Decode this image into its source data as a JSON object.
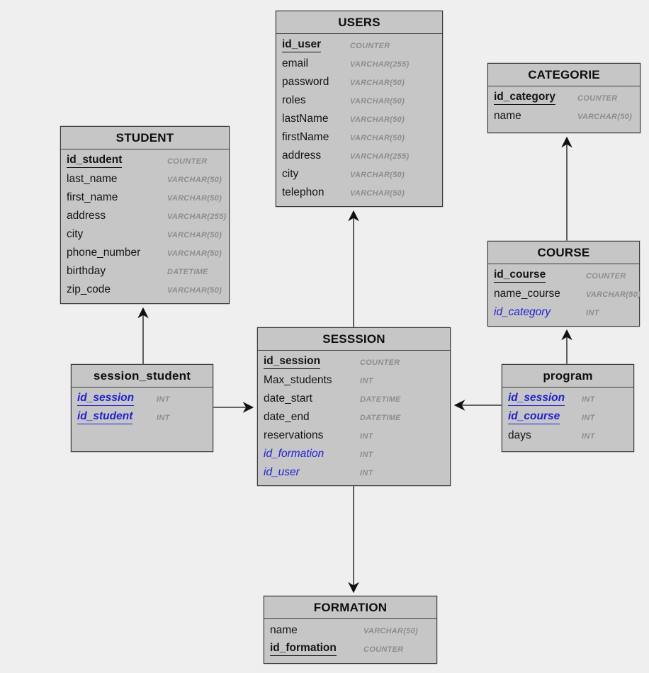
{
  "diagram": {
    "type": "entity-relationship",
    "colors": {
      "background": "#efefef",
      "table_fill": "#c6c6c6",
      "table_border": "#3c3c3c",
      "primary_key_text": "#141414",
      "foreign_key_text": "#2020d6",
      "type_text": "#8d8d8d",
      "line_color": "#111111"
    },
    "tables": {
      "users": {
        "title": "USERS",
        "fields": [
          {
            "name": "id_user",
            "type": "COUNTER",
            "key": "pk"
          },
          {
            "name": "email",
            "type": "VARCHAR(255)",
            "key": ""
          },
          {
            "name": "password",
            "type": "VARCHAR(50)",
            "key": ""
          },
          {
            "name": "roles",
            "type": "VARCHAR(50)",
            "key": ""
          },
          {
            "name": "lastName",
            "type": "VARCHAR(50)",
            "key": ""
          },
          {
            "name": "firstName",
            "type": "VARCHAR(50)",
            "key": ""
          },
          {
            "name": "address",
            "type": "VARCHAR(255)",
            "key": ""
          },
          {
            "name": "city",
            "type": "VARCHAR(50)",
            "key": ""
          },
          {
            "name": "telephon",
            "type": "VARCHAR(50)",
            "key": ""
          }
        ]
      },
      "categorie": {
        "title": "CATEGORIE",
        "fields": [
          {
            "name": "id_category",
            "type": "COUNTER",
            "key": "pk"
          },
          {
            "name": "name",
            "type": "VARCHAR(50)",
            "key": ""
          }
        ]
      },
      "student": {
        "title": "STUDENT",
        "fields": [
          {
            "name": "id_student",
            "type": "COUNTER",
            "key": "pk"
          },
          {
            "name": "last_name",
            "type": "VARCHAR(50)",
            "key": ""
          },
          {
            "name": "first_name",
            "type": "VARCHAR(50)",
            "key": ""
          },
          {
            "name": "address",
            "type": "VARCHAR(255)",
            "key": ""
          },
          {
            "name": "city",
            "type": "VARCHAR(50)",
            "key": ""
          },
          {
            "name": "phone_number",
            "type": "VARCHAR(50)",
            "key": ""
          },
          {
            "name": "birthday",
            "type": "DATETIME",
            "key": ""
          },
          {
            "name": "zip_code",
            "type": "VARCHAR(50)",
            "key": ""
          }
        ]
      },
      "course": {
        "title": "COURSE",
        "fields": [
          {
            "name": "id_course",
            "type": "COUNTER",
            "key": "pk"
          },
          {
            "name": "name_course",
            "type": "VARCHAR(50)",
            "key": ""
          },
          {
            "name": "id_category",
            "type": "INT",
            "key": "fk"
          }
        ]
      },
      "sesssion": {
        "title": "SESSSION",
        "fields": [
          {
            "name": "id_session",
            "type": "COUNTER",
            "key": "pk"
          },
          {
            "name": "Max_students",
            "type": "INT",
            "key": ""
          },
          {
            "name": "date_start",
            "type": "DATETIME",
            "key": ""
          },
          {
            "name": "date_end",
            "type": "DATETIME",
            "key": ""
          },
          {
            "name": "reservations",
            "type": "INT",
            "key": ""
          },
          {
            "name": "id_formation",
            "type": "INT",
            "key": "fk"
          },
          {
            "name": "id_user",
            "type": "INT",
            "key": "fk"
          }
        ]
      },
      "session_student": {
        "title": "session_student",
        "fields": [
          {
            "name": "id_session",
            "type": "INT",
            "key": "pkfk"
          },
          {
            "name": "id_student",
            "type": "INT",
            "key": "pkfk"
          }
        ]
      },
      "program": {
        "title": "program",
        "fields": [
          {
            "name": "id_session",
            "type": "INT",
            "key": "pkfk"
          },
          {
            "name": "id_course",
            "type": "INT",
            "key": "pkfk"
          },
          {
            "name": "days",
            "type": "INT",
            "key": ""
          }
        ]
      },
      "formation": {
        "title": "FORMATION",
        "fields": [
          {
            "name": "name",
            "type": "VARCHAR(50)",
            "key": ""
          },
          {
            "name": "id_formation",
            "type": "COUNTER",
            "key": "pk"
          }
        ]
      }
    },
    "relationships": [
      {
        "from": "session_student",
        "to": "STUDENT"
      },
      {
        "from": "session_student",
        "to": "SESSSION"
      },
      {
        "from": "SESSSION",
        "to": "USERS"
      },
      {
        "from": "SESSSION",
        "to": "FORMATION"
      },
      {
        "from": "program",
        "to": "SESSSION"
      },
      {
        "from": "program",
        "to": "COURSE"
      },
      {
        "from": "COURSE",
        "to": "CATEGORIE"
      }
    ]
  }
}
